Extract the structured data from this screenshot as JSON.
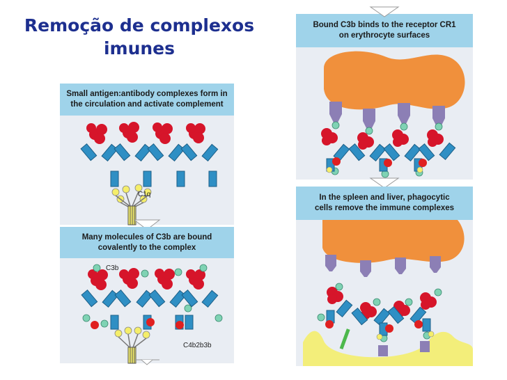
{
  "slide": {
    "title_line1": "Remoção de complexos",
    "title_line2": "imunes"
  },
  "panels": [
    {
      "caption_line1": "Small antigen:antibody complexes form in",
      "caption_line2": "the circulation and activate complement",
      "label": "C1q"
    },
    {
      "caption_line1": "Many molecules of C3b are bound",
      "caption_line2": "covalently to the complex",
      "label_a": "C3b",
      "label_b": "C4b2b3b"
    },
    {
      "caption_line1": "Bound C3b binds to the receptor CR1",
      "caption_line2": "on erythrocyte surfaces"
    },
    {
      "caption_line1": "In the spleen and liver, phagocytic",
      "caption_line2": "cells remove the immune complexes"
    }
  ],
  "colors": {
    "title": "#1d2f8f",
    "caption_bg": "#9fd3ea",
    "antibody": "#2f8fc4",
    "antigen": "#d6152a",
    "c3b": "#7fd3b4",
    "cell": "#f0903c",
    "receptor": "#8c7fb5",
    "phagocyte_base": "#f3ee7a"
  }
}
